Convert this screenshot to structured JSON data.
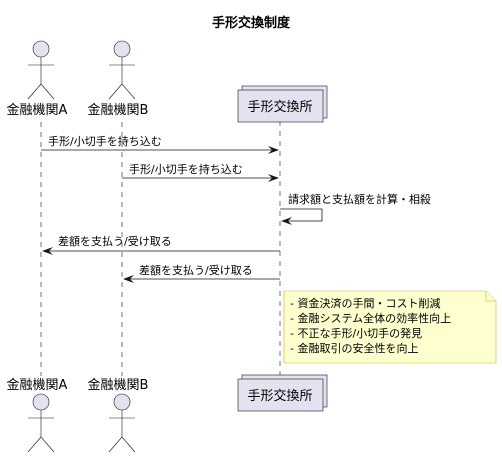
{
  "diagram": {
    "title": "手形交換制度",
    "participants": [
      {
        "id": "bankA",
        "label": "金融機関A",
        "kind": "actor"
      },
      {
        "id": "bankB",
        "label": "金融機関B",
        "kind": "actor"
      },
      {
        "id": "clearing",
        "label": "手形交換所",
        "kind": "collections"
      }
    ],
    "messages": [
      {
        "from": "bankA",
        "to": "clearing",
        "label": "手形/小切手を持ち込む"
      },
      {
        "from": "bankB",
        "to": "clearing",
        "label": "手形/小切手を持ち込む"
      },
      {
        "from": "clearing",
        "to": "clearing",
        "label": "請求額と支払額を計算・相殺"
      },
      {
        "from": "clearing",
        "to": "bankA",
        "label": "差額を支払う/受け取る"
      },
      {
        "from": "clearing",
        "to": "bankB",
        "label": "差額を支払う/受け取る"
      }
    ],
    "note": {
      "over": "clearing",
      "lines": [
        "- 資金決済の手間・コスト削減",
        "- 金融システム全体の効率性向上",
        "- 不正な手形/小切手の発見",
        "- 金融取引の安全性を向上"
      ]
    }
  },
  "colors": {
    "box_fill": "#e2e2f0",
    "box_stroke": "#181818",
    "note_fill": "#fefece",
    "note_stroke": "#bbbb33",
    "lifeline": "#181818",
    "text": "#000000"
  }
}
